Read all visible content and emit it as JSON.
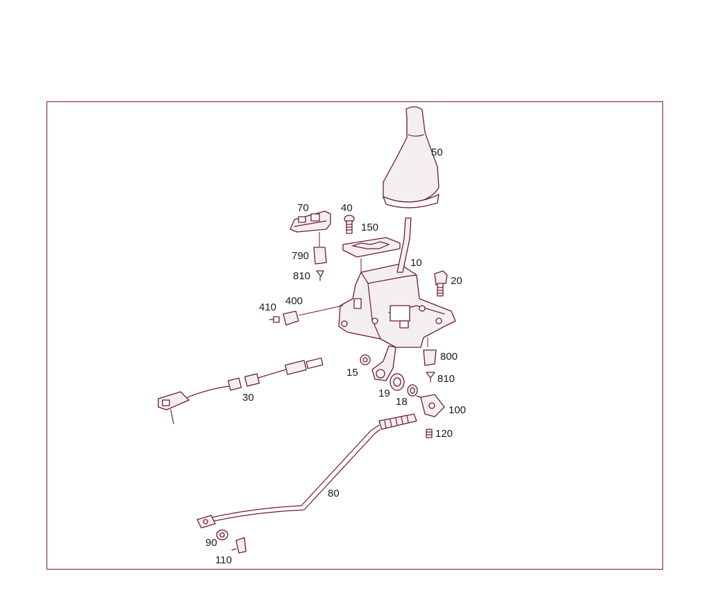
{
  "colors": {
    "line": "#6e1a3a",
    "frame": "#7a1030",
    "text": "#1a1a1a"
  },
  "parts": {
    "p50": "50",
    "p70": "70",
    "p40": "40",
    "p150": "150",
    "p790": "790",
    "p10": "10",
    "p810a": "810",
    "p20": "20",
    "p410": "410",
    "p400": "400",
    "p800": "800",
    "p15": "15",
    "p810b": "810",
    "p30": "30",
    "p19": "19",
    "p18": "18",
    "p100": "100",
    "p120": "120",
    "p80": "80",
    "p90": "90",
    "p110": "110"
  }
}
